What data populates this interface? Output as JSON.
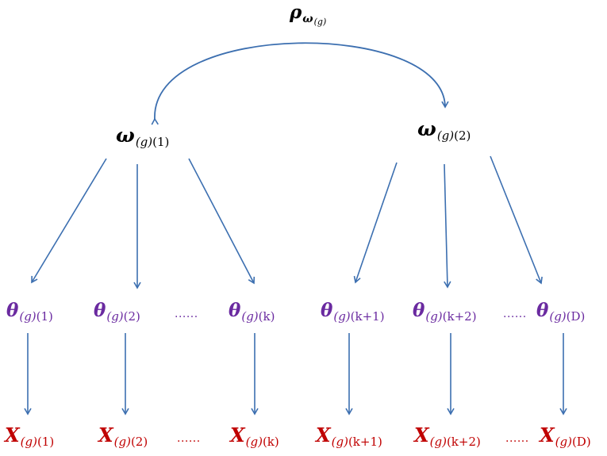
{
  "colors": {
    "arrow": "#3c6fb0",
    "omega": "#000000",
    "theta": "#6a2aa0",
    "x": "#c00000"
  },
  "rho": {
    "symbol": "ρ",
    "sub_symbol": "ω",
    "sub_index": "(g)"
  },
  "omega_nodes": [
    {
      "symbol": "ω",
      "group": "(g)",
      "index": "(1)"
    },
    {
      "symbol": "ω",
      "group": "(g)",
      "index": "(2)"
    }
  ],
  "theta_nodes": [
    {
      "symbol": "θ",
      "group": "(g)",
      "index": "(1)"
    },
    {
      "symbol": "θ",
      "group": "(g)",
      "index": "(2)"
    },
    {
      "symbol": "θ",
      "group": "(g)",
      "index": "(k)"
    },
    {
      "symbol": "θ",
      "group": "(g)",
      "index": "(k+1)"
    },
    {
      "symbol": "θ",
      "group": "(g)",
      "index": "(k+2)"
    },
    {
      "symbol": "θ",
      "group": "(g)",
      "index": "(D)"
    }
  ],
  "x_nodes": [
    {
      "symbol": "X",
      "group": "(g)",
      "index": "(1)"
    },
    {
      "symbol": "X",
      "group": "(g)",
      "index": "(2)"
    },
    {
      "symbol": "X",
      "group": "(g)",
      "index": "(k)"
    },
    {
      "symbol": "X",
      "group": "(g)",
      "index": "(k+1)"
    },
    {
      "symbol": "X",
      "group": "(g)",
      "index": "(k+2)"
    },
    {
      "symbol": "X",
      "group": "(g)",
      "index": "(D)"
    }
  ],
  "ellipsis": "......"
}
